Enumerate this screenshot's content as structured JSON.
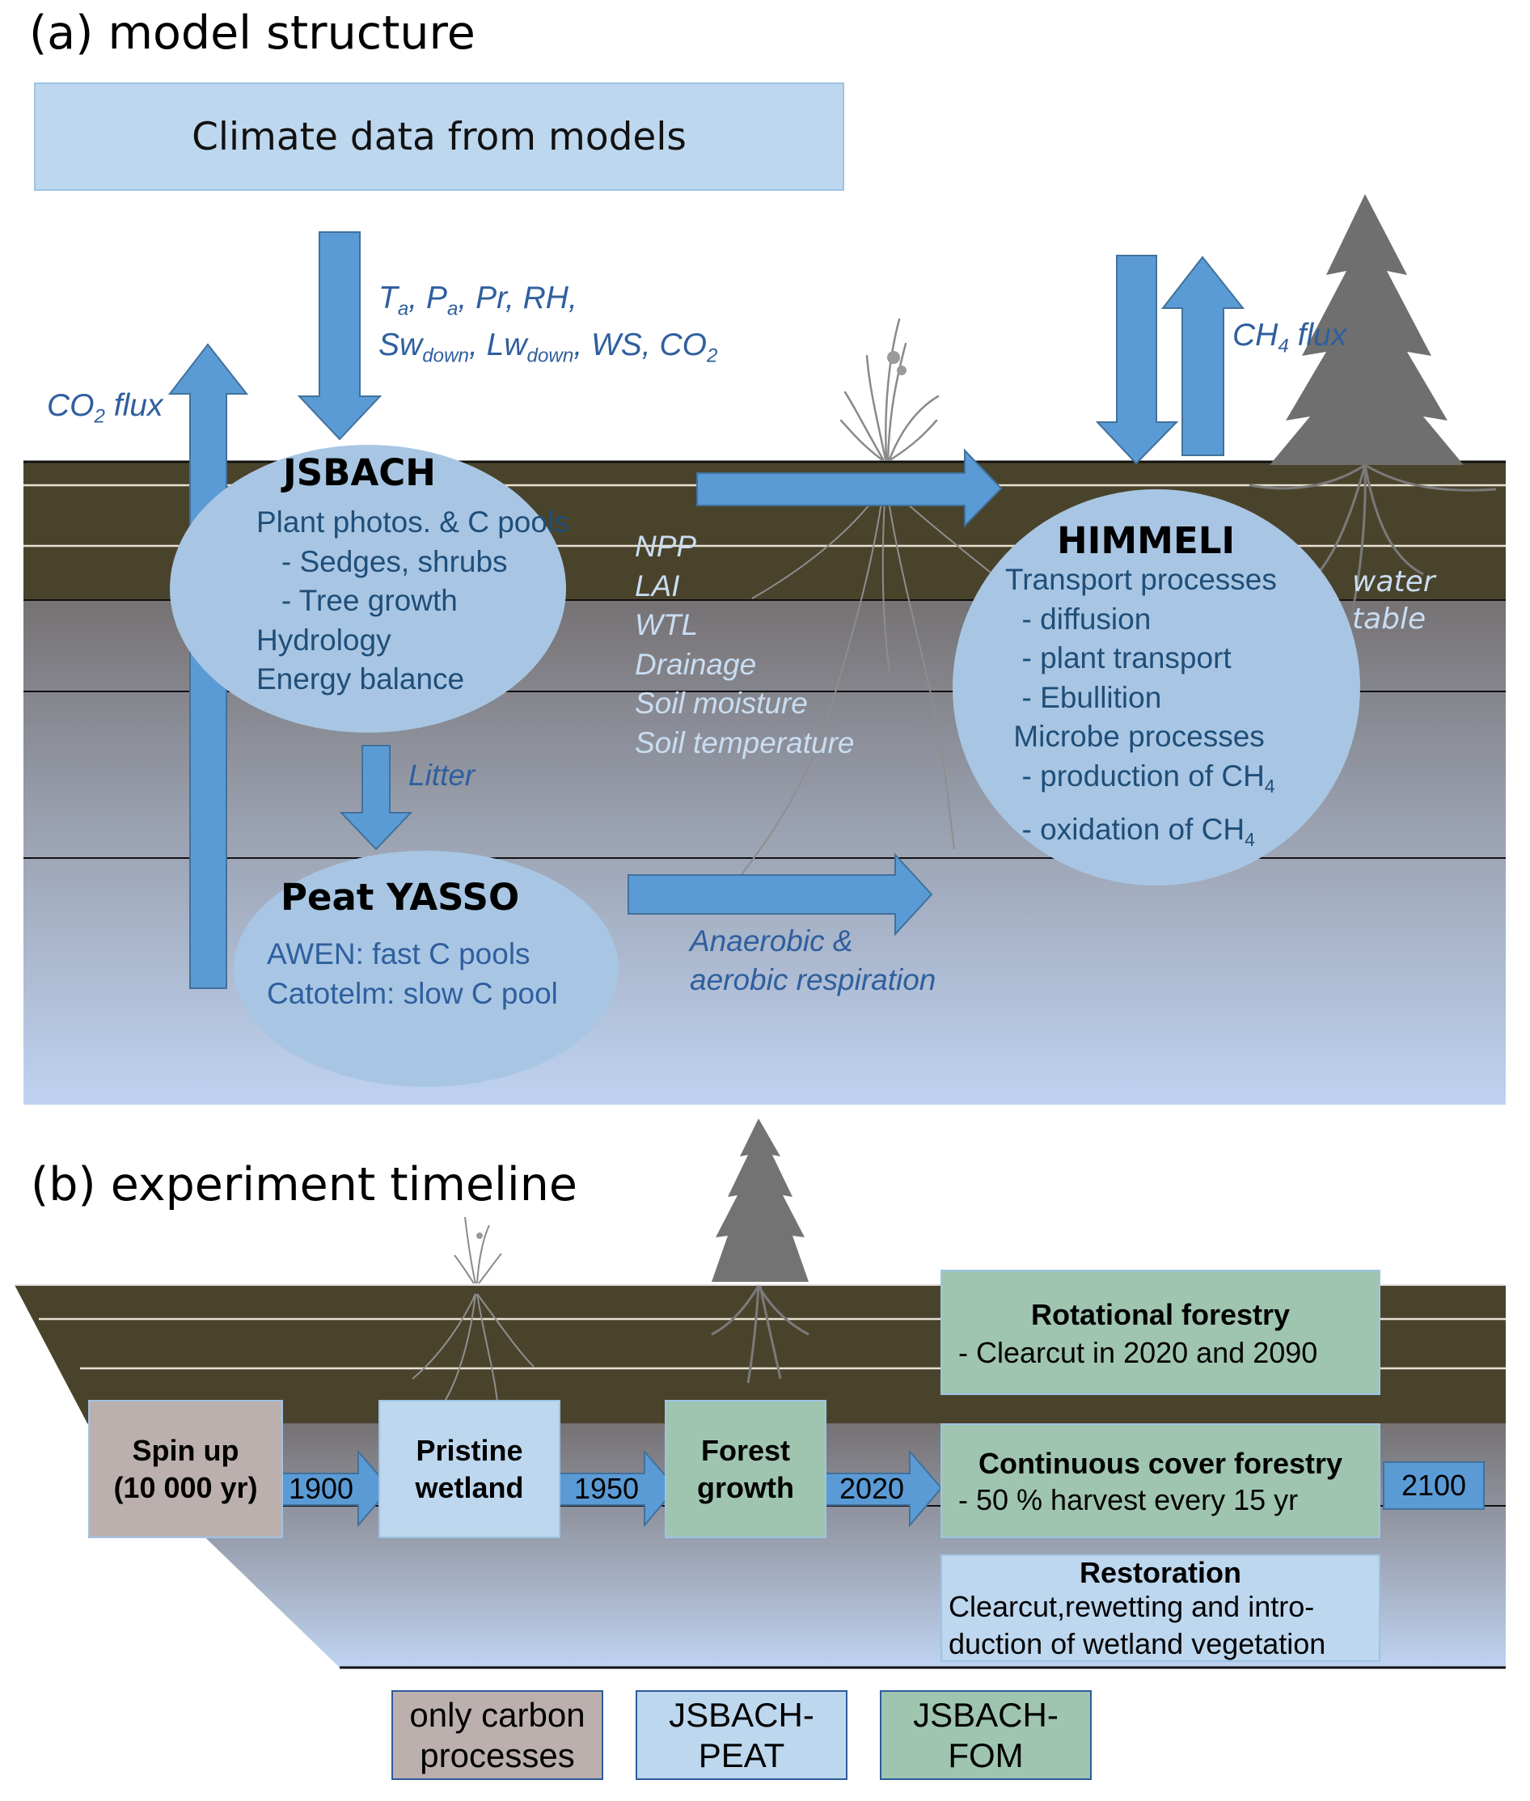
{
  "panel_a": {
    "title": "(a) model structure",
    "climate_box": "Climate data from models",
    "climate_vars_line1": [
      "T",
      "a",
      ", P",
      "a",
      ", Pr, RH,"
    ],
    "climate_vars_line2": [
      "Sw",
      "down",
      ", Lw",
      "down",
      ", WS, CO",
      "2"
    ],
    "co2_flux": [
      "CO",
      "2",
      " flux"
    ],
    "ch4_flux": [
      "CH",
      "4",
      " flux"
    ],
    "jsbach": {
      "title": "JSBACH",
      "lines": [
        "Plant photos. & C pools",
        "   - Sedges, shrubs",
        "   - Tree growth",
        "Hydrology",
        "Energy balance"
      ]
    },
    "litter": "Litter",
    "peat_yasso": {
      "title": "Peat YASSO",
      "lines": [
        "AWEN: fast C pools",
        "Catotelm: slow C pool"
      ]
    },
    "drivers": [
      "NPP",
      "LAI",
      "WTL",
      "Drainage",
      "Soil moisture",
      "Soil temperature"
    ],
    "respiration": [
      "Anaerobic &",
      "aerobic respiration"
    ],
    "himmeli": {
      "title": "HIMMELI",
      "lines": [
        "Transport processes",
        "  - diffusion",
        "  - plant transport",
        "  - Ebullition",
        " Microbe processes"
      ],
      "ch4_lines": [
        [
          "  - production of CH",
          "4"
        ],
        [
          "  - oxidation of CH",
          "4"
        ]
      ]
    },
    "water_table": [
      "water",
      "table"
    ]
  },
  "panel_b": {
    "title": "(b) experiment timeline",
    "stages": [
      {
        "line1": "Spin up",
        "line2": "(10 000 yr)",
        "type": "only-carbon"
      },
      {
        "line1": "Pristine",
        "line2": "wetland",
        "type": "jsbach-peat"
      },
      {
        "line1": "Forest",
        "line2": "growth",
        "type": "jsbach-fom"
      }
    ],
    "years": [
      "1900",
      "1950",
      "2020",
      "2100"
    ],
    "scenarios": [
      {
        "title": "Rotational forestry",
        "text": "- Clearcut in 2020 and 2090",
        "type": "jsbach-fom"
      },
      {
        "title": "Continuous cover forestry",
        "text": "- 50 % harvest every 15 yr",
        "type": "jsbach-fom"
      },
      {
        "title": "Restoration",
        "text": "Clearcut,rewetting and intro-\nduction of wetland vegetation",
        "type": "jsbach-peat"
      }
    ]
  },
  "legend": [
    {
      "line1": "only carbon",
      "line2": "processes",
      "color": "#bcb0ae"
    },
    {
      "line1": "JSBACH-",
      "line2": "PEAT",
      "color": "#bdd7ee"
    },
    {
      "line1": "JSBACH-",
      "line2": "FOM",
      "color": "#9fc5b1"
    }
  ],
  "colors": {
    "arrow": "#5b9bd5",
    "arrow_border": "#41719c",
    "ellipse": "#a8c6e3",
    "topsoil": "#4a432c",
    "label_blue": "#2f5f9e",
    "label_light": "#c9ddf2"
  }
}
